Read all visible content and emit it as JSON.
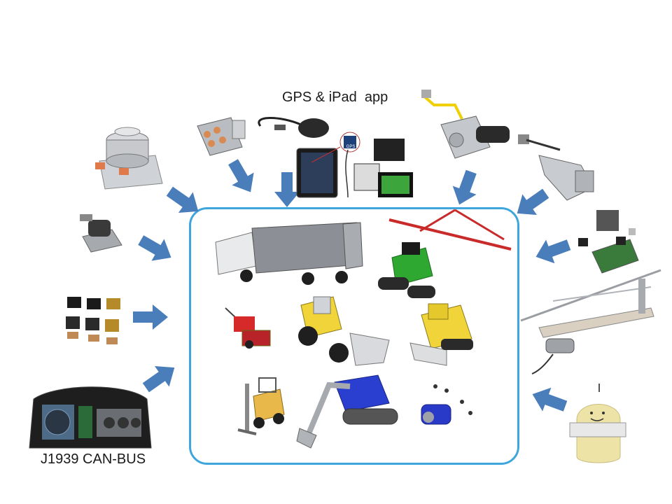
{
  "labels": {
    "gps_caption": "GPS & iPad  app",
    "canbus_caption": "J1939 CAN-BUS",
    "gps_badge": "GPS"
  },
  "colors": {
    "arrow": "#4a7ebb",
    "box_border": "#3ea6dc"
  },
  "components": [
    "battery-disconnect-switch-icon",
    "ignition-switch-icon",
    "gps-receiver-icon",
    "ipad-app-icon",
    "actuator-motor-icon",
    "linear-actuator-icon",
    "solenoid-icon",
    "relays-icon",
    "control-module-icon",
    "wiper-linkage-icon",
    "instrument-cluster-icon",
    "mascot-icon"
  ],
  "vehicles": [
    "truck-icon",
    "tractor-sprayer-icon",
    "snowblower-icon",
    "wheel-loader-icon",
    "bulldozer-icon",
    "forklift-icon",
    "excavator-icon",
    "small-motor-icon"
  ]
}
